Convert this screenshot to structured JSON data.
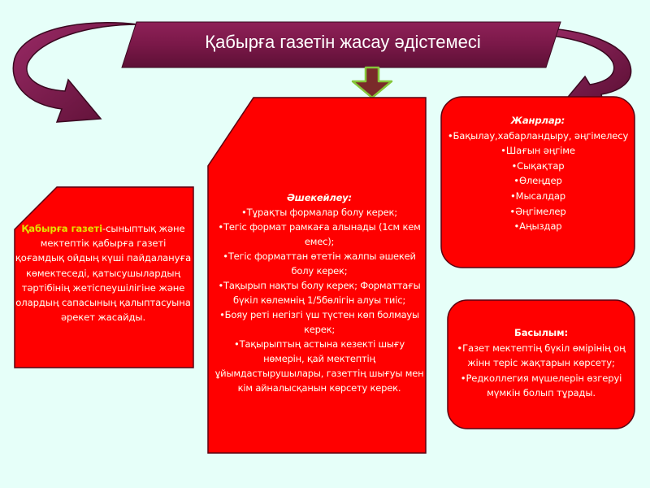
{
  "title": "Қабырға газетін жасау әдістемесі",
  "left_box": {
    "lead": "Қабырға газеті",
    "text": "-сыныптық және мектептік қабырға газеті қоғамдық ойдың күші пайдалануға көмектеседі, қатысушылардың тәртібінің жетіспеушілігіне және олардың сапасының қалыптасуына әрекет жасайды."
  },
  "center_box": {
    "title": "Әшекейлеу:",
    "items": [
      "•Тұрақты формалар болу керек;",
      "•Тегіс формат рамкаға алынады (1см кем емес);",
      "•Тегіс форматтан өтетін жалпы әшекей болу керек;",
      "•Тақырып нақты болу керек; Форматтағы бүкіл көлемнің 1/5бөлігін алуы тиіс;",
      "•Бояу реті негізгі үш түстен көп болмауы керек;",
      "•Тақырыптың астына кезекті шығу нөмерін, қай мектептің ұйымдастырушылары, газеттің шығуы мен кім айналысқанын көрсету керек."
    ]
  },
  "genres_box": {
    "title": "Жанрлар:",
    "items": [
      "•Бақылау,хабарландыру, әңгімелесу",
      "•Шағын әңгіме",
      "•Сықақтар",
      "•Өлеңдер",
      "•Мысалдар",
      "•Әңгімелер",
      "•Аңыздар"
    ]
  },
  "print_box": {
    "title": "Басылым:",
    "items": [
      "•Газет мектептің бүкіл өмірінің оң жінн теріс жақтарын көрсету;",
      "•Редколлегия мүшелерін өзгеруі мүмкін болып тұрады."
    ]
  },
  "colors": {
    "background": "#e6fff9",
    "banner": "#7a1848",
    "box_fill": "#ff0000",
    "box_border": "#5a0010",
    "arrow": "#7a1848",
    "down_arrow": "#7a2a2a",
    "down_arrow_border": "#86c63a",
    "lead_text": "#e6e000",
    "text": "#fffff2"
  }
}
